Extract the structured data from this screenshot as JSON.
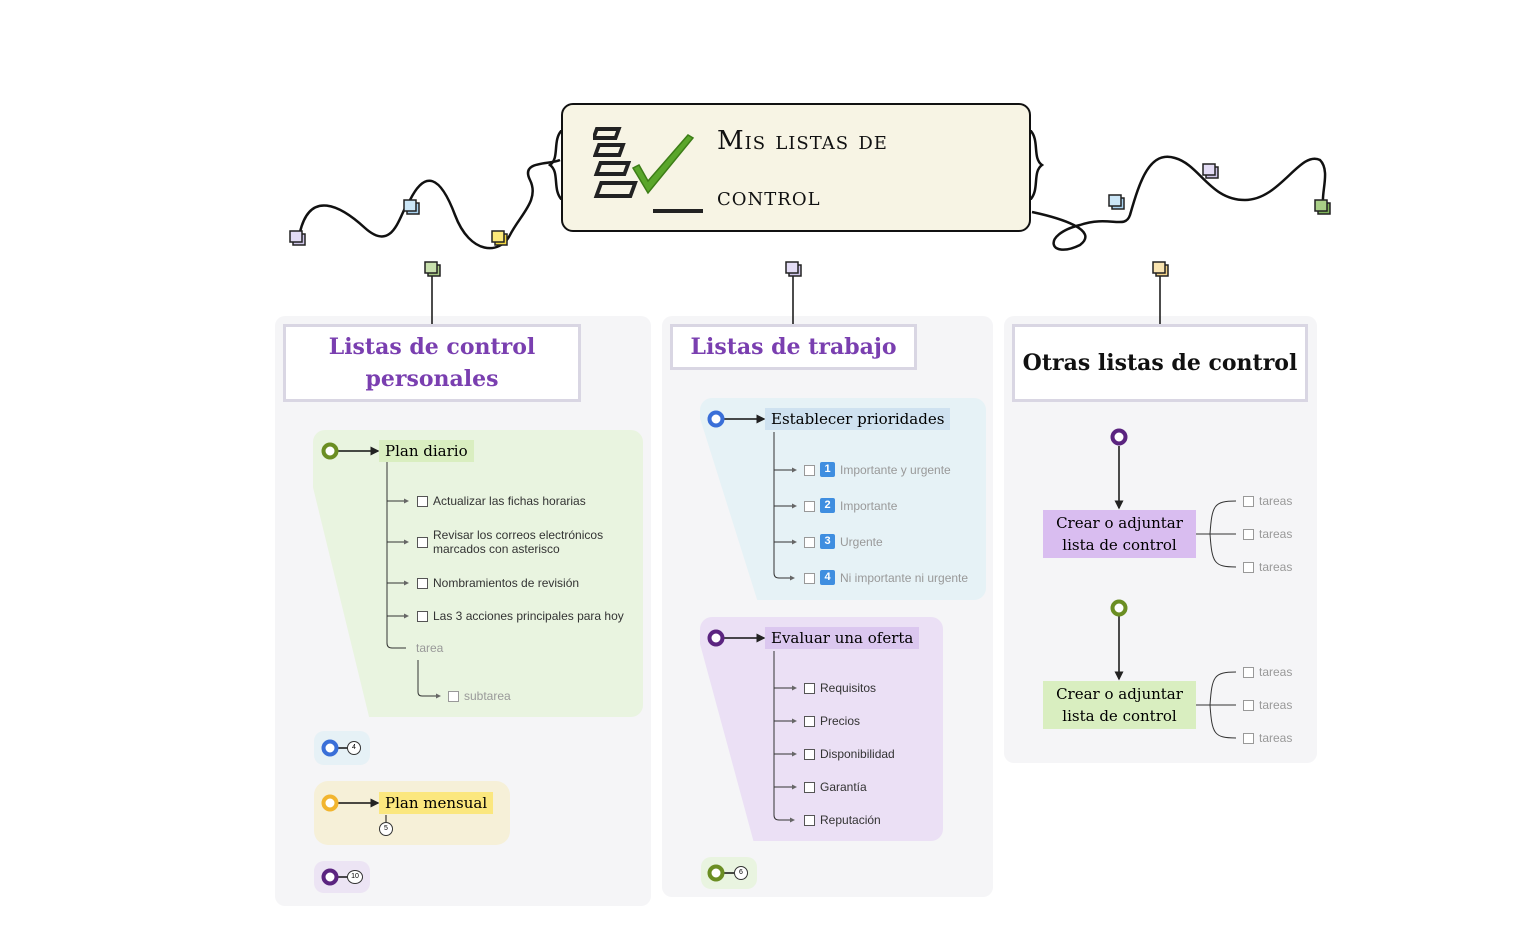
{
  "central": {
    "title_line1": "Mis listas de",
    "title_line2": "control",
    "icon": "checklist-icon"
  },
  "columns": [
    {
      "title": "Listas de control personales",
      "color": "#7a3fb0",
      "groups": [
        {
          "label": "Plan diario",
          "accent": "#6b8e23",
          "tasks": [
            "Actualizar las fichas horarias",
            "Revisar los correos electrónicos marcados con asterisco",
            "Nombramientos de revisión",
            "Las 3 acciones principales para hoy"
          ],
          "extra": "tarea",
          "subtask": "subtarea"
        },
        {
          "collapsed_count": "4",
          "accent": "#3a6fd8"
        },
        {
          "label": "Plan mensual",
          "accent": "#f2b52f",
          "collapsed_count": "5"
        },
        {
          "collapsed_count": "10",
          "accent": "#5b2480"
        }
      ]
    },
    {
      "title": "Listas de trabajo",
      "color": "#7a3fb0",
      "groups": [
        {
          "label": "Establecer prioridades",
          "accent": "#3a6fd8",
          "tasks": [
            {
              "num": "1",
              "text": "Importante y urgente"
            },
            {
              "num": "2",
              "text": "Importante"
            },
            {
              "num": "3",
              "text": "Urgente"
            },
            {
              "num": "4",
              "text": "Ni importante ni urgente"
            }
          ]
        },
        {
          "label": "Evaluar una oferta",
          "accent": "#5b2480",
          "tasks": [
            "Requisitos",
            "Precios",
            "Disponibilidad",
            "Garantía",
            "Reputación"
          ]
        },
        {
          "collapsed_count": "6",
          "accent": "#6b8e23"
        }
      ]
    },
    {
      "title": "Otras listas de control",
      "color": "#111111",
      "groups": [
        {
          "label": "Crear o adjuntar lista de control",
          "accent": "#5b2480",
          "tasks": [
            "tareas",
            "tareas",
            "tareas"
          ]
        },
        {
          "label": "Crear o adjuntar lista de control",
          "accent": "#6b8e23",
          "tasks": [
            "tareas",
            "tareas",
            "tareas"
          ]
        }
      ]
    }
  ]
}
